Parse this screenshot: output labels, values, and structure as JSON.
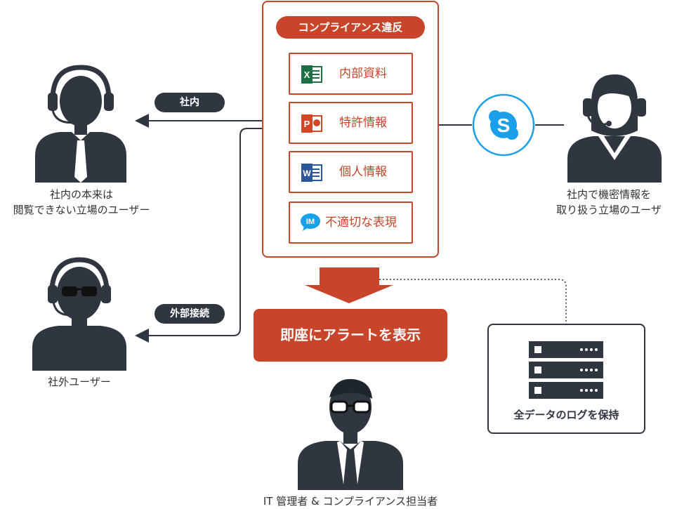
{
  "violation_box": {
    "title": "コンプライアンス違反",
    "items": [
      {
        "label": "内部資料",
        "icon": "excel-icon",
        "color": "#1e7145"
      },
      {
        "label": "特許情報",
        "icon": "powerpoint-icon",
        "color": "#d24726"
      },
      {
        "label": "個人情報",
        "icon": "word-icon",
        "color": "#2b579a"
      },
      {
        "label": "不適切な表現",
        "icon": "im-icon",
        "icon_text": "IM",
        "color": "#1aa0e8"
      }
    ]
  },
  "arrows": {
    "internal_label": "社内",
    "external_label": "外部接続"
  },
  "people": {
    "internal_user_caption": [
      "社内の本来は",
      "閲覧できない立場のユーザー"
    ],
    "external_user_caption": [
      "社外ユーザー"
    ],
    "info_handler_caption": [
      "社内で機密情報を",
      "取り扱う立場のユーザ"
    ],
    "admin_caption": [
      "IT 管理者 & コンプライアンス担当者"
    ]
  },
  "alert": {
    "label": "即座にアラートを表示"
  },
  "log": {
    "label": "全データのログを保持"
  },
  "colors": {
    "accent": "#c8442a",
    "dark": "#2f3640",
    "skype": "#1aa0e8"
  }
}
